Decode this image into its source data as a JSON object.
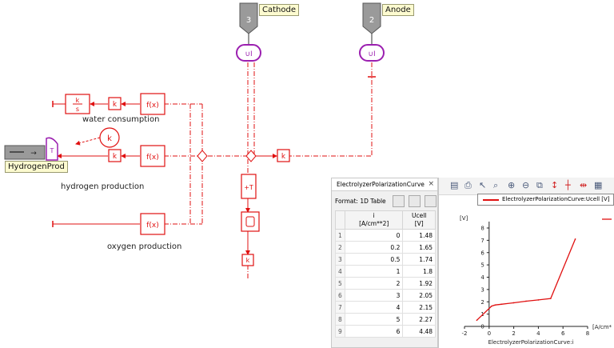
{
  "diagram": {
    "ports": {
      "cathode": {
        "label": "Cathode",
        "number": "3"
      },
      "anode": {
        "label": "Anode",
        "number": "2"
      },
      "hydrogen_prod": {
        "label": "HydrogenProd"
      }
    },
    "labels": {
      "water_consumption": "water consumption",
      "hydrogen_production": "hydrogen production",
      "oxygen_production": "oxygen production"
    },
    "block_text": {
      "k": "k",
      "fx": "f(x)",
      "k_over_s": "k/s"
    },
    "colors": {
      "signal": "#e01010",
      "port_fill": "#9a9a9a",
      "sensor": "#9b1fb0"
    }
  },
  "table_panel": {
    "tab_title": "ElectrolyzerPolarizationCurve",
    "close_glyph": "×",
    "format_label": "Format: 1D Table",
    "columns": [
      {
        "name": "i",
        "unit": "[A/cm**2]"
      },
      {
        "name": "Ucell",
        "unit": "[V]"
      }
    ],
    "rows": [
      {
        "n": "1",
        "i": "0",
        "u": "1.48"
      },
      {
        "n": "2",
        "i": "0.2",
        "u": "1.65"
      },
      {
        "n": "3",
        "i": "0.5",
        "u": "1.74"
      },
      {
        "n": "4",
        "i": "1",
        "u": "1.8"
      },
      {
        "n": "5",
        "i": "2",
        "u": "1.92"
      },
      {
        "n": "6",
        "i": "3",
        "u": "2.05"
      },
      {
        "n": "7",
        "i": "4",
        "u": "2.15"
      },
      {
        "n": "8",
        "i": "5",
        "u": "2.27"
      },
      {
        "n": "9",
        "i": "6",
        "u": "4.48"
      }
    ]
  },
  "plot_panel": {
    "legend": "ElectrolyzerPolarizationCurve:Ucell [V]",
    "x_unit": "[A/cm*",
    "y_unit": "[V]",
    "x_axis_label": "ElectrolyzerPolarizationCurve:i",
    "icons": [
      "save-icon",
      "print-icon",
      "select-icon",
      "zoom-icon",
      "zoom-in-icon",
      "zoom-out-icon",
      "copy-icon",
      "marker-icon",
      "cursor-icon",
      "double-cursor-icon",
      "table-icon"
    ]
  },
  "chart_data": {
    "type": "line",
    "x_label": "ElectrolyzerPolarizationCurve:i",
    "y_label": "[V]",
    "xlim": [
      -2,
      8
    ],
    "ylim": [
      0,
      8
    ],
    "x_ticks": [
      "-2",
      "0",
      "2",
      "4",
      "6",
      "8"
    ],
    "y_ticks": [
      "0",
      "1",
      "2",
      "3",
      "4",
      "5",
      "6",
      "7",
      "8"
    ],
    "series": [
      {
        "name": "ElectrolyzerPolarizationCurve:Ucell [V]",
        "color": "#e01010",
        "x": [
          -1,
          0.2,
          0.5,
          1,
          2,
          3,
          4,
          5,
          7
        ],
        "y": [
          0.5,
          1.65,
          1.74,
          1.8,
          1.92,
          2.05,
          2.15,
          2.27,
          7.1
        ]
      }
    ]
  }
}
